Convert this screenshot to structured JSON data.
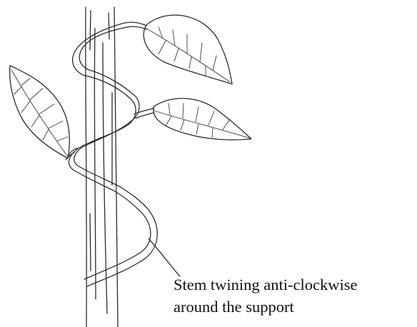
{
  "annotation": {
    "line1": "Stem twining anti-clockwise",
    "line2": "around the support"
  },
  "parts": {
    "support": "support-pole",
    "stem": "twining-stem",
    "leaves": [
      "leaf-top",
      "leaf-middle",
      "leaf-left"
    ]
  }
}
